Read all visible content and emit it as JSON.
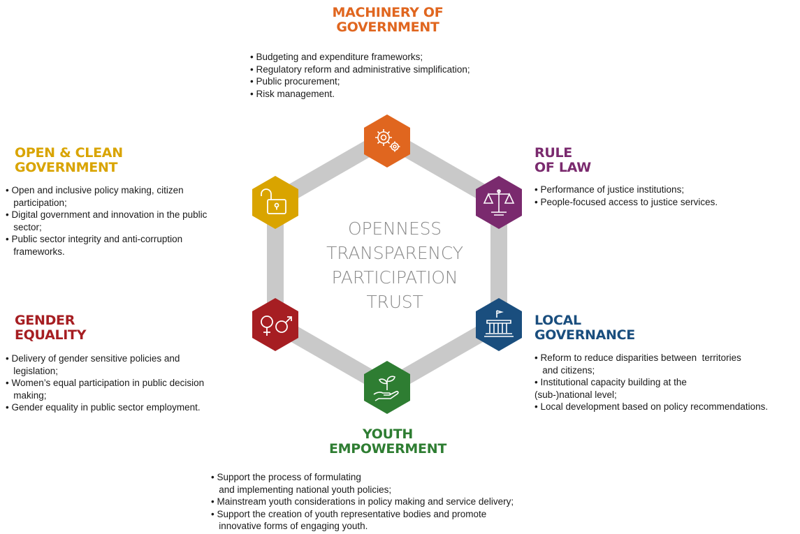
{
  "colors": {
    "orange": "#E0661F",
    "purple": "#7A2A6E",
    "gold": "#D9A400",
    "red": "#A61E22",
    "blue": "#1A4E7E",
    "green": "#2E7D32",
    "ring": "#C9C9C9",
    "center_text": "#8A8A8A"
  },
  "center": {
    "lines": [
      "OPENNESS",
      "TRANSPARENCY",
      "PARTICIPATION",
      "TRUST"
    ]
  },
  "sections": {
    "machinery": {
      "title": [
        "MACHINERY OF",
        "GOVERNMENT"
      ],
      "icon": "gears-icon",
      "items": [
        "• Budgeting and expenditure frameworks;",
        "• Regulatory reform and administrative simplification;",
        "• Public procurement;",
        "• Risk management."
      ]
    },
    "rule_of_law": {
      "title": [
        "RULE",
        "OF LAW"
      ],
      "icon": "scales-icon",
      "items": [
        "• Performance of justice institutions;",
        "• People-focused access to justice services."
      ]
    },
    "open_clean": {
      "title": [
        "OPEN & CLEAN",
        "GOVERNMENT"
      ],
      "icon": "open-padlock-icon",
      "items": [
        "• Open and inclusive policy making, citizen",
        "   participation;",
        "• Digital government and innovation in the public",
        "   sector;",
        "• Public sector integrity and anti-corruption",
        "   frameworks."
      ]
    },
    "gender": {
      "title": [
        "GENDER",
        "EQUALITY"
      ],
      "icon": "gender-symbols-icon",
      "items": [
        "• Delivery of gender sensitive policies and",
        "   legislation;",
        "• Women’s equal participation in public decision",
        "   making;",
        "• Gender equality in public sector employment."
      ]
    },
    "local": {
      "title": [
        "LOCAL",
        "GOVERNANCE"
      ],
      "icon": "government-building-icon",
      "items": [
        "• Reform to reduce disparities between  territories",
        "   and citizens;",
        "• Institutional capacity building at the",
        "(sub-)national level;",
        "• Local development based on policy recommendations."
      ]
    },
    "youth": {
      "title": [
        "YOUTH",
        "EMPOWERMENT"
      ],
      "icon": "hand-seedling-icon",
      "items": [
        "• Support the process of formulating",
        "   and implementing national youth policies;",
        "• Mainstream youth considerations in policy making and service delivery;",
        "• Support the creation of youth representative bodies and promote",
        "   innovative forms of engaging youth."
      ]
    }
  }
}
